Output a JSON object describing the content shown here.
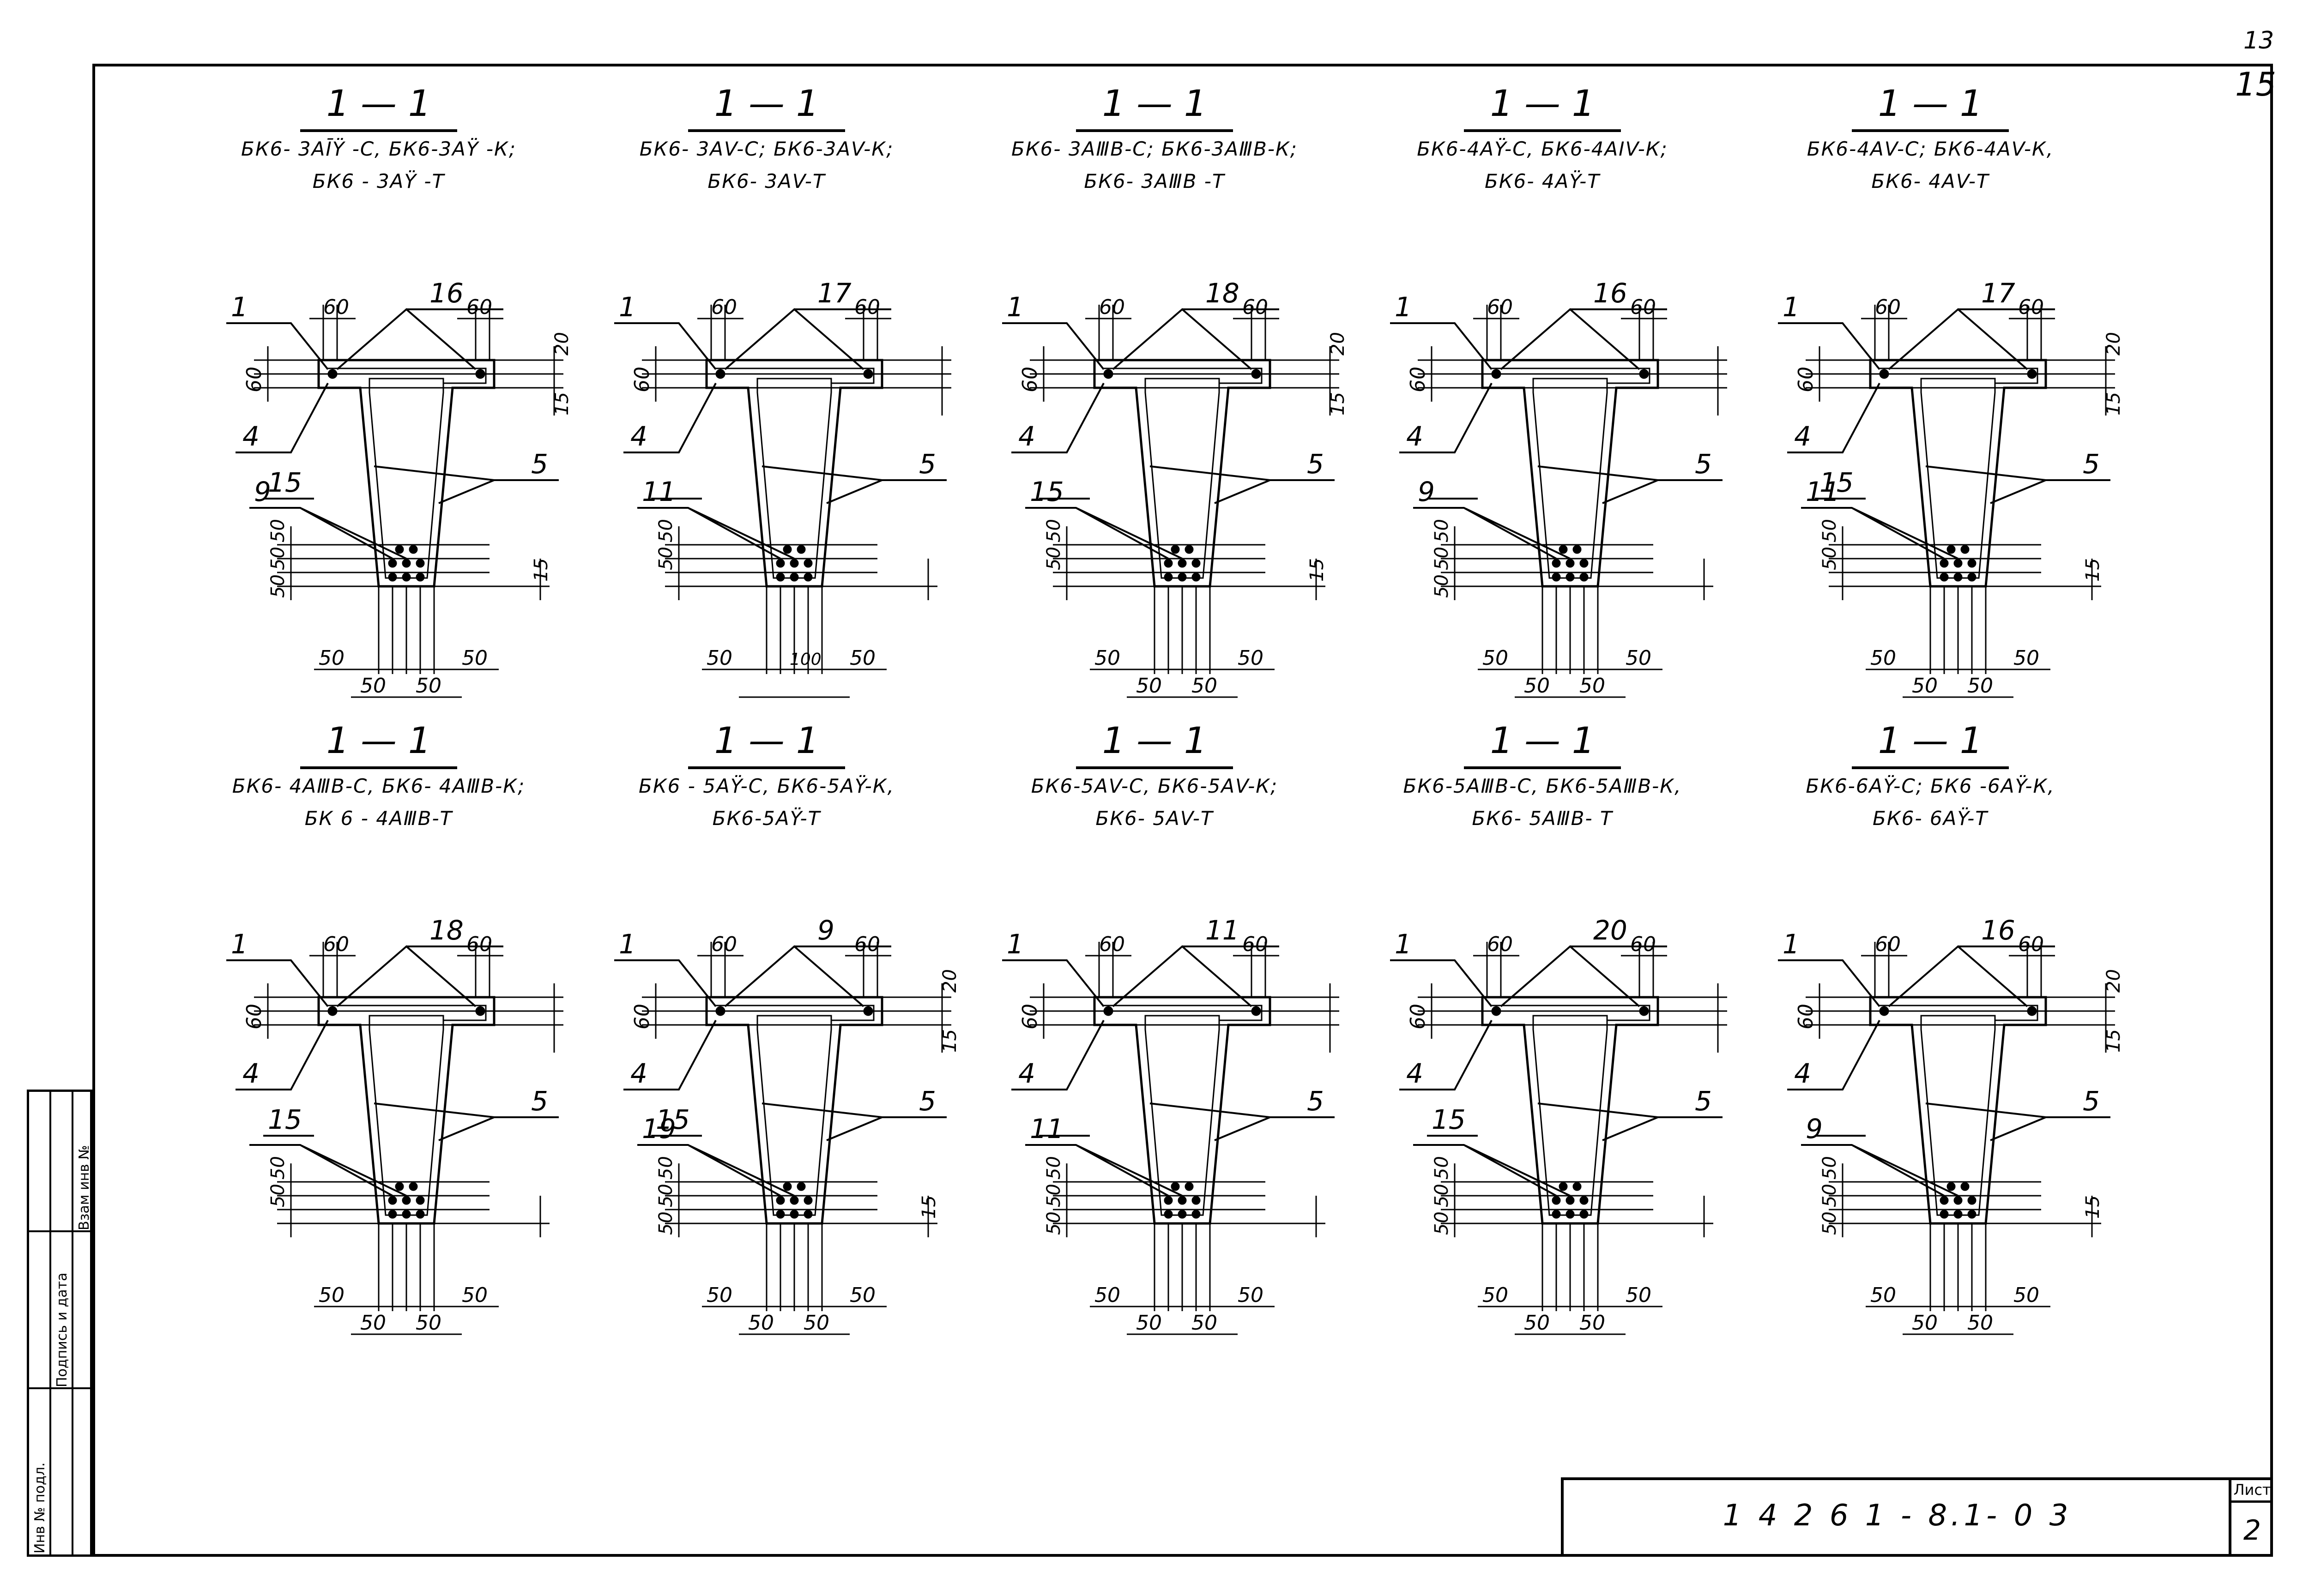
{
  "sheet": {
    "sheet_no_top": "13",
    "page_no": "15",
    "document_code": "1 4 2 6 1 - 8.1- 0 3",
    "sheet_label": "Лист",
    "sheet_number": "2",
    "stamp": {
      "col1": "Инв № подл.",
      "col2": "Подпись и дата",
      "col3": "Взам инв №"
    }
  },
  "sections": [
    {
      "title": "1 — 1",
      "captions": [
        "БК6- 3АĪŸ -С, БК6-3АŸ -К;",
        "БК6 - 3АŸ -Т"
      ],
      "callouts": [
        "1",
        "16",
        "4",
        "15",
        "5",
        "9"
      ],
      "dims": {
        "top_left": "60",
        "top_right": "60",
        "flange": "60",
        "top_right_v": "20",
        "flange_right_v": "15",
        "bottom_left": [
          "50",
          "50",
          "50"
        ],
        "bottom_right_v": "15",
        "bar_left": "50",
        "bar_right": "50",
        "bar_mid": "",
        "sub_left": "50",
        "sub_right": "50"
      }
    },
    {
      "title": "1 — 1",
      "captions": [
        "БК6- 3АV-С; БК6-3АV-К;",
        "БК6- 3АV-Т"
      ],
      "callouts": [
        "1",
        "17",
        "4",
        "",
        "5",
        "11"
      ],
      "dims": {
        "top_left": "60",
        "top_right": "60",
        "flange": "60",
        "top_right_v": "",
        "flange_right_v": "",
        "bottom_left": [
          "50",
          "50",
          ""
        ],
        "bottom_right_v": "",
        "bar_left": "50",
        "bar_right": "50",
        "bar_mid": "100",
        "sub_left": "",
        "sub_right": ""
      }
    },
    {
      "title": "1 — 1",
      "captions": [
        "БК6- 3АⅢВ-С; БК6-3АⅢВ-К;",
        "БК6- 3АⅢВ -Т"
      ],
      "callouts": [
        "1",
        "18",
        "4",
        "",
        "5",
        "15"
      ],
      "dims": {
        "top_left": "60",
        "top_right": "60",
        "flange": "60",
        "top_right_v": "20",
        "flange_right_v": "15",
        "bottom_left": [
          "50",
          "50",
          ""
        ],
        "bottom_right_v": "15",
        "bar_left": "50",
        "bar_right": "50",
        "bar_mid": "",
        "sub_left": "50",
        "sub_right": "50"
      }
    },
    {
      "title": "1 — 1",
      "captions": [
        "БК6-4АŸ-С, БК6-4АIV-К;",
        "БК6- 4АŸ-Т"
      ],
      "callouts": [
        "1",
        "16",
        "4",
        "",
        "5",
        "9"
      ],
      "dims": {
        "top_left": "60",
        "top_right": "60",
        "flange": "60",
        "top_right_v": "",
        "flange_right_v": "",
        "bottom_left": [
          "50",
          "50",
          "50"
        ],
        "bottom_right_v": "",
        "bar_left": "50",
        "bar_right": "50",
        "bar_mid": "",
        "sub_left": "50",
        "sub_right": "50"
      }
    },
    {
      "title": "1 — 1",
      "captions": [
        "БК6-4АV-С; БК6-4АV-К,",
        "БК6- 4АV-Т"
      ],
      "callouts": [
        "1",
        "17",
        "4",
        "15",
        "5",
        "11"
      ],
      "dims": {
        "top_left": "60",
        "top_right": "60",
        "flange": "60",
        "top_right_v": "20",
        "flange_right_v": "15",
        "bottom_left": [
          "50",
          "50",
          ""
        ],
        "bottom_right_v": "15",
        "bar_left": "50",
        "bar_right": "50",
        "bar_mid": "",
        "sub_left": "50",
        "sub_right": "50"
      }
    },
    {
      "title": "1 — 1",
      "captions": [
        "БК6- 4АⅢВ-С, БК6- 4АⅢВ-К;",
        "БК 6 - 4АⅢВ-Т"
      ],
      "callouts": [
        "1",
        "18",
        "4",
        "15",
        "5",
        ""
      ],
      "dims": {
        "top_left": "60",
        "top_right": "60",
        "flange": "60",
        "top_right_v": "",
        "flange_right_v": "",
        "bottom_left": [
          "50",
          "50",
          ""
        ],
        "bottom_right_v": "",
        "bar_left": "50",
        "bar_right": "50",
        "bar_mid": "",
        "sub_left": "50",
        "sub_right": "50"
      }
    },
    {
      "title": "1 — 1",
      "captions": [
        "БК6 - 5АŸ-С, БК6-5АŸ-К,",
        "БК6-5АŸ-Т"
      ],
      "callouts": [
        "1",
        "9",
        "4",
        "15",
        "5",
        "19"
      ],
      "dims": {
        "top_left": "60",
        "top_right": "60",
        "flange": "60",
        "top_right_v": "20",
        "flange_right_v": "15",
        "bottom_left": [
          "50",
          "50",
          "50"
        ],
        "bottom_right_v": "15",
        "bar_left": "50",
        "bar_right": "50",
        "bar_mid": "",
        "sub_left": "50",
        "sub_right": "50"
      }
    },
    {
      "title": "1 — 1",
      "captions": [
        "БК6-5АV-С, БК6-5АV-К;",
        "БК6- 5АV-Т"
      ],
      "callouts": [
        "1",
        "11",
        "4",
        "",
        "5",
        "11"
      ],
      "dims": {
        "top_left": "60",
        "top_right": "60",
        "flange": "60",
        "top_right_v": "",
        "flange_right_v": "",
        "bottom_left": [
          "50",
          "50",
          "50"
        ],
        "bottom_right_v": "",
        "bar_left": "50",
        "bar_right": "50",
        "bar_mid": "",
        "sub_left": "50",
        "sub_right": "50"
      }
    },
    {
      "title": "1 — 1",
      "captions": [
        "БК6-5АⅢВ-С, БК6-5АⅢВ-К,",
        "БК6- 5АⅢВ- Т"
      ],
      "callouts": [
        "1",
        "20",
        "4",
        "15",
        "5",
        ""
      ],
      "dims": {
        "top_left": "60",
        "top_right": "60",
        "flange": "60",
        "top_right_v": "",
        "flange_right_v": "",
        "bottom_left": [
          "50",
          "50",
          "50"
        ],
        "bottom_right_v": "",
        "bar_left": "50",
        "bar_right": "50",
        "bar_mid": "",
        "sub_left": "50",
        "sub_right": "50"
      }
    },
    {
      "title": "1 — 1",
      "captions": [
        "БК6-6АŸ-С; БК6 -6АŸ-К,",
        "БК6- 6АŸ-Т"
      ],
      "callouts": [
        "1",
        "16",
        "4",
        "",
        "5",
        "9"
      ],
      "dims": {
        "top_left": "60",
        "top_right": "60",
        "flange": "60",
        "top_right_v": "20",
        "flange_right_v": "15",
        "bottom_left": [
          "50",
          "50",
          "50"
        ],
        "bottom_right_v": "15",
        "bar_left": "50",
        "bar_right": "50",
        "bar_mid": "",
        "sub_left": "50",
        "sub_right": "50"
      }
    }
  ]
}
